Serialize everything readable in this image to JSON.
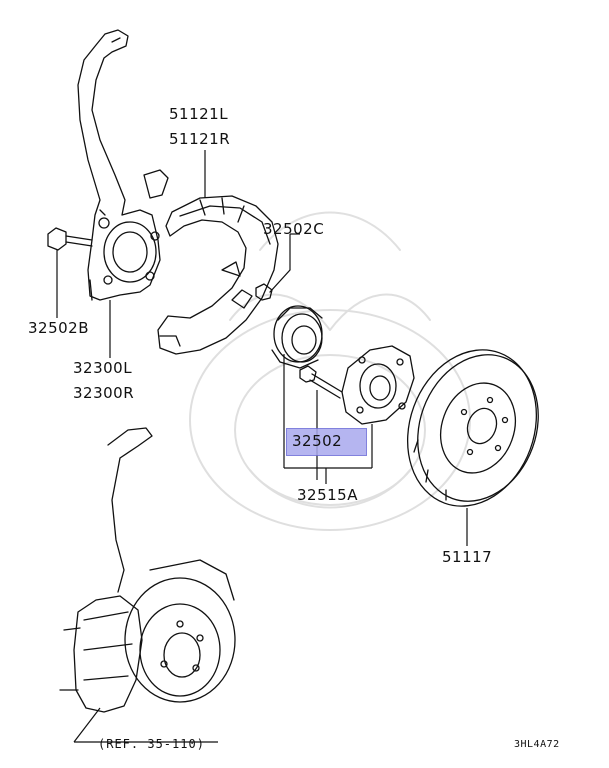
{
  "labels": {
    "p51121l": "51121L",
    "p51121r": "51121R",
    "p32502c": "32502C",
    "p32502b": "32502B",
    "p32300l": "32300L",
    "p32300r": "32300R",
    "p32502": "32502",
    "p32515a": "32515A",
    "p51117": "51117"
  },
  "reference": "(REF. 35-110)",
  "diagram_code": "3HL4A72",
  "colors": {
    "highlight": "#a9a9ee",
    "line": "#111111"
  }
}
